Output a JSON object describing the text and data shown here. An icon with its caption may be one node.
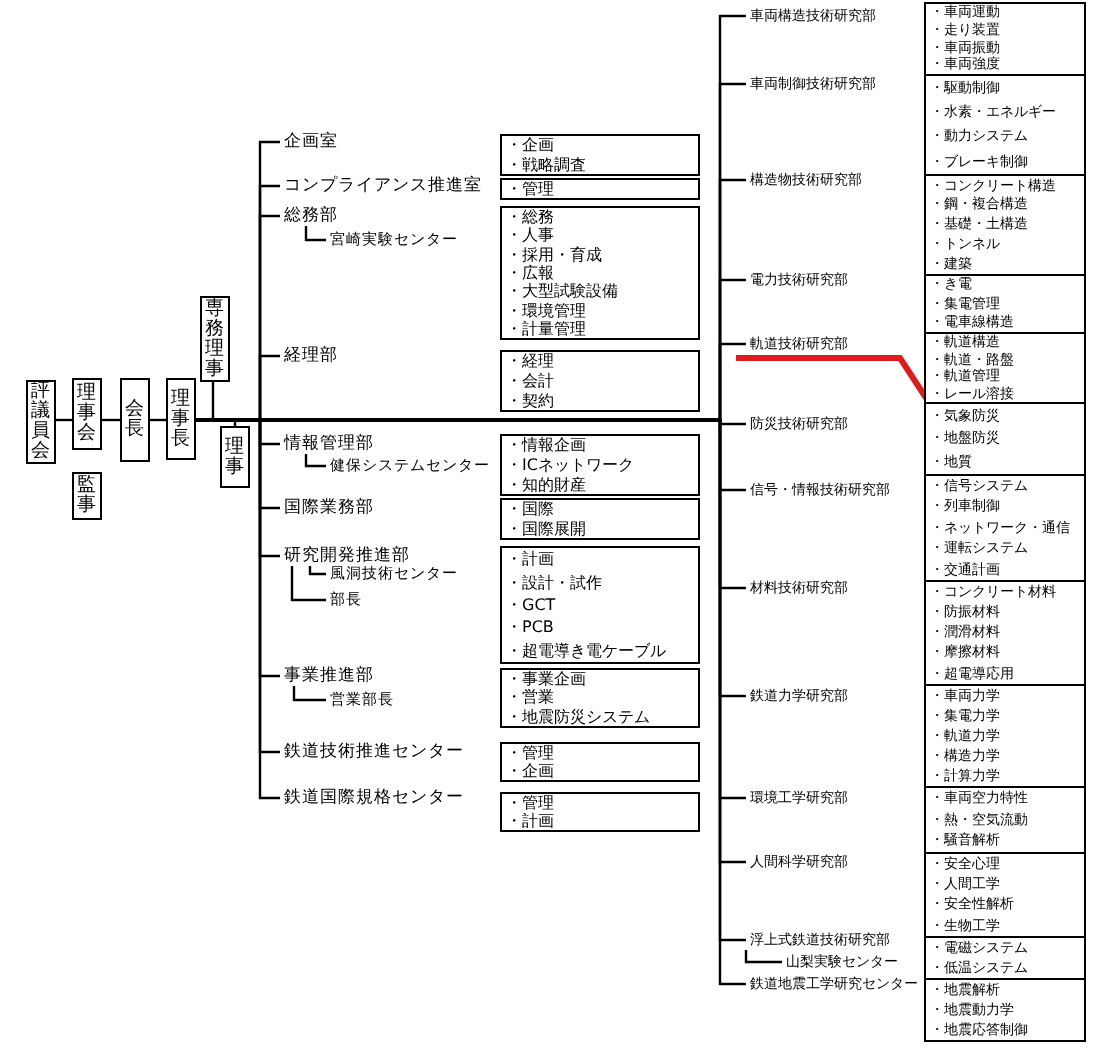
{
  "diagram": {
    "nodes": [
      {
        "text": [
          "評議員会"
        ]
      },
      {
        "text": [
          "理事会"
        ]
      },
      {
        "text": [
          "監事"
        ]
      },
      {
        "text": [
          "会長"
        ]
      },
      {
        "text": [
          "理事長"
        ]
      },
      {
        "text": [
          "専務理事"
        ]
      },
      {
        "text": [
          "理事"
        ]
      },
      {
        "text": [
          "企画室"
        ]
      },
      {
        "text": [
          "・企画",
          "・戦略調査"
        ]
      },
      {
        "text": [
          "コンプライアンス推進室"
        ]
      },
      {
        "text": [
          "・管理"
        ]
      },
      {
        "text": [
          "総務部"
        ]
      },
      {
        "text": [
          "宮崎実験センター"
        ]
      },
      {
        "text": [
          "・総務",
          "・人事",
          "・採用・育成",
          "・広報",
          "・大型試験設備",
          "・環境管理",
          "・計量管理"
        ]
      },
      {
        "text": [
          "経理部"
        ]
      },
      {
        "text": [
          "・経理",
          "・会計",
          "・契約"
        ]
      },
      {
        "text": [
          "情報管理部"
        ]
      },
      {
        "text": [
          "健保システムセンター"
        ]
      },
      {
        "text": [
          "・情報企画",
          "・ICネットワーク",
          "・知的財産"
        ]
      },
      {
        "text": [
          "国際業務部"
        ]
      },
      {
        "text": [
          "・国際",
          "・国際展開"
        ]
      },
      {
        "text": [
          "研究開発推進部"
        ]
      },
      {
        "text": [
          "風洞技術センター"
        ]
      },
      {
        "text": [
          "部長"
        ]
      },
      {
        "text": [
          "・計画",
          "・設計・試作",
          "・GCT",
          "・PCB",
          "・超電導き電ケーブル"
        ]
      },
      {
        "text": [
          "事業推進部"
        ]
      },
      {
        "text": [
          "営業部長"
        ]
      },
      {
        "text": [
          "・事業企画",
          "・営業",
          "・地震防災システム"
        ]
      },
      {
        "text": [
          "鉄道技術推進センター"
        ]
      },
      {
        "text": [
          "・管理",
          "・企画"
        ]
      },
      {
        "text": [
          "鉄道国際規格センター"
        ]
      },
      {
        "text": [
          "・管理",
          "・計画"
        ]
      },
      {
        "text": [
          "車両構造技術研究部"
        ]
      },
      {
        "text": [
          "・車両運動",
          "・走り装置",
          "・車両振動",
          "・車両強度"
        ]
      },
      {
        "text": [
          "車両制御技術研究部"
        ]
      },
      {
        "text": [
          "・駆動制御",
          "・水素・エネルギー",
          "・動力システム",
          "・ブレーキ制御"
        ]
      },
      {
        "text": [
          "構造物技術研究部"
        ]
      },
      {
        "text": [
          "・コンクリート構造",
          "・鋼・複合構造",
          "・基礎・土構造",
          "・トンネル",
          "・建築"
        ]
      },
      {
        "text": [
          "電力技術研究部"
        ]
      },
      {
        "text": [
          "・き電",
          "・集電管理",
          "・電車線構造"
        ]
      },
      {
        "text": [
          "軌道技術研究部"
        ]
      },
      {
        "text": [
          "・軌道構造",
          "・軌道・路盤",
          "・軌道管理",
          "・レール溶接"
        ]
      },
      {
        "text": [
          "防災技術研究部"
        ]
      },
      {
        "text": [
          "・気象防災",
          "・地盤防災",
          "・地質"
        ]
      },
      {
        "text": [
          "信号・情報技術研究部"
        ]
      },
      {
        "text": [
          "・信号システム",
          "・列車制御",
          "・ネットワーク・通信",
          "・運転システム",
          "・交通計画"
        ]
      },
      {
        "text": [
          "材料技術研究部"
        ]
      },
      {
        "text": [
          "・コンクリート材料",
          "・防振材料",
          "・潤滑材料",
          "・摩擦材料",
          "・超電導応用"
        ]
      },
      {
        "text": [
          "鉄道力学研究部"
        ]
      },
      {
        "text": [
          "・車両力学",
          "・集電力学",
          "・軌道力学",
          "・構造力学",
          "・計算力学"
        ]
      },
      {
        "text": [
          "環境工学研究部"
        ]
      },
      {
        "text": [
          "・車両空力特性",
          "・熱・空気流動",
          "・騒音解析"
        ]
      },
      {
        "text": [
          "人間科学研究部"
        ]
      },
      {
        "text": [
          "・安全心理",
          "・人間工学",
          "・安全性解析",
          "・生物工学"
        ]
      },
      {
        "text": [
          "浮上式鉄道技術研究部"
        ]
      },
      {
        "text": [
          "山梨実験センター"
        ]
      },
      {
        "text": [
          "・電磁システム",
          "・低温システム"
        ]
      },
      {
        "text": [
          "鉄道地震工学研究センター"
        ]
      },
      {
        "text": [
          "・地震解析",
          "・地震動力学",
          "・地震応答制御"
        ]
      }
    ],
    "edges": [
      {
        "from": 0,
        "to": 1,
        "arrow": "none"
      },
      {
        "from": 1,
        "to": 3,
        "arrow": "none"
      },
      {
        "from": 3,
        "to": 4,
        "arrow": "none"
      },
      {
        "from": 4,
        "to": 5,
        "arrow": "none"
      },
      {
        "from": 4,
        "to": 6,
        "arrow": "none"
      },
      {
        "from": 4,
        "to": 7,
        "arrow": "none"
      },
      {
        "from": 4,
        "to": 9,
        "arrow": "none"
      },
      {
        "from": 4,
        "to": 11,
        "arrow": "none"
      },
      {
        "from": 4,
        "to": 14,
        "arrow": "none"
      },
      {
        "from": 4,
        "to": 16,
        "arrow": "none"
      },
      {
        "from": 4,
        "to": 19,
        "arrow": "none"
      },
      {
        "from": 4,
        "to": 21,
        "arrow": "none"
      },
      {
        "from": 4,
        "to": 25,
        "arrow": "none"
      },
      {
        "from": 4,
        "to": 28,
        "arrow": "none"
      },
      {
        "from": 4,
        "to": 30,
        "arrow": "none"
      },
      {
        "from": 4,
        "to": 32,
        "arrow": "none"
      },
      {
        "from": 4,
        "to": 34,
        "arrow": "none"
      },
      {
        "from": 4,
        "to": 36,
        "arrow": "none"
      },
      {
        "from": 4,
        "to": 38,
        "arrow": "none"
      },
      {
        "from": 4,
        "to": 40,
        "arrow": "none"
      },
      {
        "from": 4,
        "to": 42,
        "arrow": "none"
      },
      {
        "from": 4,
        "to": 44,
        "arrow": "none"
      },
      {
        "from": 4,
        "to": 46,
        "arrow": "none"
      },
      {
        "from": 4,
        "to": 48,
        "arrow": "none"
      },
      {
        "from": 4,
        "to": 50,
        "arrow": "none"
      },
      {
        "from": 4,
        "to": 52,
        "arrow": "none"
      },
      {
        "from": 4,
        "to": 54,
        "arrow": "none"
      },
      {
        "from": 4,
        "to": 57,
        "arrow": "none"
      },
      {
        "from": 11,
        "to": 12,
        "arrow": "none"
      },
      {
        "from": 16,
        "to": 17,
        "arrow": "none"
      },
      {
        "from": 21,
        "to": 22,
        "arrow": "none"
      },
      {
        "from": 21,
        "to": 23,
        "arrow": "none"
      },
      {
        "from": 25,
        "to": 26,
        "arrow": "none"
      },
      {
        "from": 54,
        "to": 55,
        "arrow": "none"
      }
    ]
  }
}
